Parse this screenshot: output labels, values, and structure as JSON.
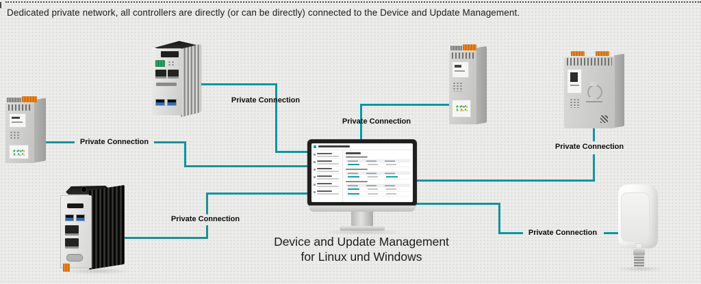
{
  "colors": {
    "accent_teal": "#10949c",
    "background": "#ececea",
    "text": "#1d1d1d",
    "device_orange": "#e8821c"
  },
  "header": {
    "text": "Dedicated private network, all controllers are directly (or can be directly) connected to the Device and Update Management."
  },
  "caption": {
    "line1": "Device and Update Management",
    "line2": "for Linux und Windows"
  },
  "connections": [
    {
      "from": "din-controller-left",
      "label": "Private Connection"
    },
    {
      "from": "aluminum-box-pc-top",
      "label": "Private Connection"
    },
    {
      "from": "din-controller-top-middle",
      "label": "Private Connection"
    },
    {
      "from": "plc-controller-top-right",
      "label": "Private Connection"
    },
    {
      "from": "black-box-pc-bottom-left",
      "label": "Private Connection"
    },
    {
      "from": "wireless-antenna-bottom-right",
      "label": "Private Connection"
    }
  ]
}
